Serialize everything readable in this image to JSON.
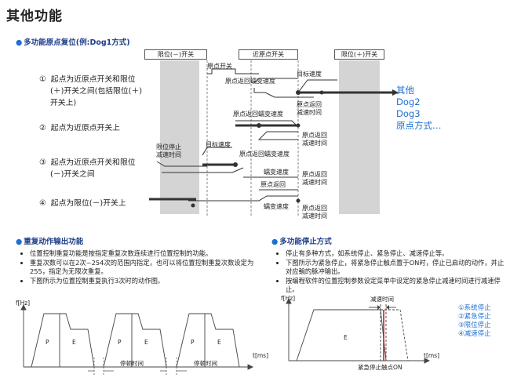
{
  "page_title": "其他功能",
  "section1": {
    "title": "多功能原点复位(例:Dog1方式)",
    "region_labels": [
      "限位(－)开关",
      "近原点开关",
      "限位(＋)开关"
    ],
    "steps": [
      {
        "num": "①",
        "lines": [
          "起点为近原点开关和限位",
          "(＋)开关之间(包括限位(＋)",
          "开关上)"
        ]
      },
      {
        "num": "②",
        "lines": [
          "起点为近原点开关上"
        ]
      },
      {
        "num": "③",
        "lines": [
          "起点为近原点开关和限位",
          "(－)开关之间"
        ]
      },
      {
        "num": "④",
        "lines": [
          "起点为限位(－)开关上"
        ]
      }
    ],
    "annotations": {
      "origin_switch": "原点开关",
      "origin_return_creep": "原点返回蠕变速度",
      "target_speed": "目标速度",
      "return_decel": [
        "原点返回",
        "减速时间"
      ],
      "limit_stop": [
        "限位停止",
        "减速时间"
      ],
      "creep_speed": "蠕变速度"
    },
    "other_modes": [
      "其他",
      "Dog2",
      "Dog3",
      "原点方式…"
    ]
  },
  "section2": {
    "title": "重复动作输出功能",
    "bullets": [
      "位置控制重复功能是按指定重复次数连续进行位置控制的功能。",
      "重复次数可以在2次~254次的范围内指定，也可以将位置控制重复次数设定为255，指定为无限次重复。",
      "下图所示为位置控制重复执行3次时的动作图。"
    ],
    "chart": {
      "ylabel": "f[Hz]",
      "xlabel": "t[ms]",
      "p": "P",
      "e": "E",
      "pause": "停顿时间"
    }
  },
  "section3": {
    "title": "多功能停止方式",
    "bullets": [
      "停止有多种方式，如系统停止、紧急停止、减速停止等。",
      "下图所示为紧急停止，将紧急停止触点置于ON时，停止已启动的动作，并止对应輸的脉冲输出。",
      "按编程软件的位置控制参数设定菜单中设定的紧急停止减速时间进行减速停止。"
    ],
    "chart": {
      "ylabel": "f[Hz]",
      "xlabel": "t[ms]",
      "e": "E",
      "decel_time": "减速时间",
      "trigger": "紧急停止触点ON"
    },
    "legend": [
      "①系统停止",
      "②紧急停止",
      "③限位停止",
      "④减速停止"
    ]
  },
  "colors": {
    "accent_blue": "#1f6fd1",
    "title_blue": "#1f3f8a",
    "gray_region": "#d4d4d4"
  }
}
